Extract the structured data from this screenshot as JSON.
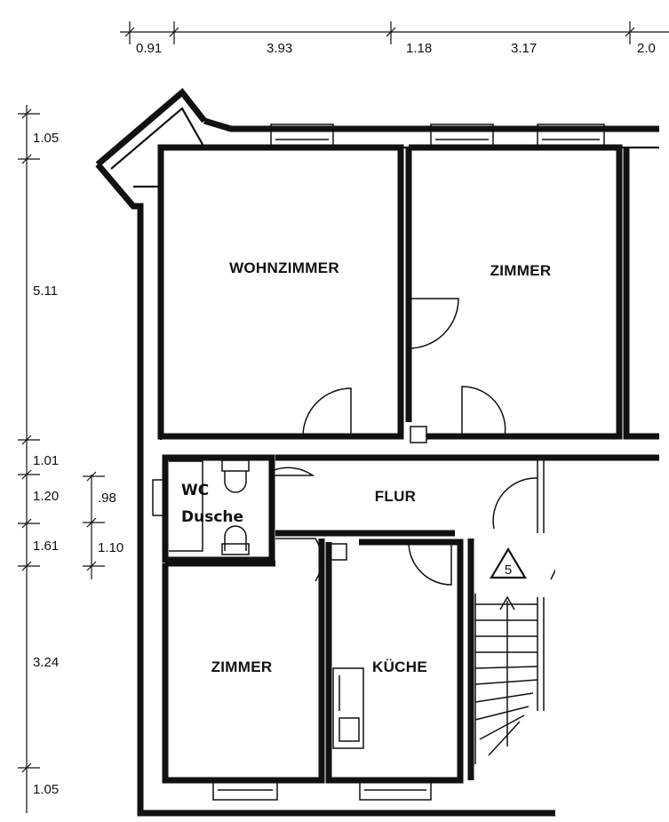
{
  "top_dimensions": [
    "0.91",
    "3.93",
    "1.18",
    "3.17",
    "2.0"
  ],
  "left_dimensions": [
    "1.05",
    "5.11",
    "1.01",
    "1.20",
    "1.61",
    "3.24",
    "1.05"
  ],
  "inner_dimensions": [
    ".98",
    "1.10"
  ],
  "rooms": {
    "wohnzimmer": "WOHNZIMMER",
    "zimmer_top": "ZIMMER",
    "flur": "FLUR",
    "wc_line1": "WC",
    "wc_line2": "Dusche",
    "zimmer_bottom": "ZIMMER",
    "kueche": "KÜCHE"
  },
  "stair_number": "5"
}
